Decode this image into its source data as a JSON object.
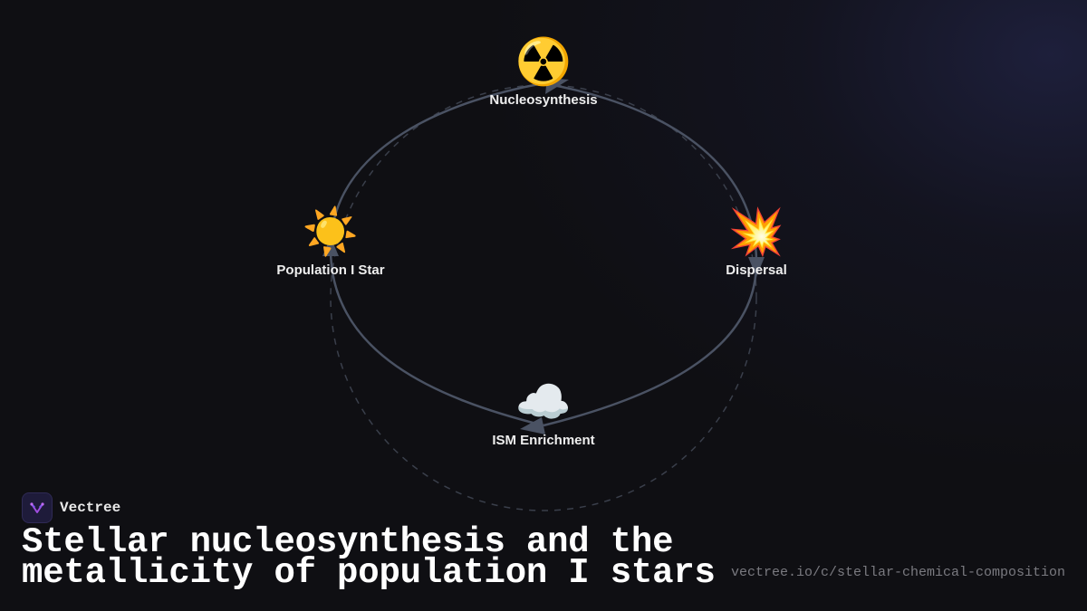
{
  "diagram": {
    "nodes": [
      {
        "id": "nucleosynthesis",
        "label": "Nucleosynthesis",
        "icon": "radioactive-icon",
        "glyph": "☢️"
      },
      {
        "id": "dispersal",
        "label": "Dispersal",
        "icon": "explosion-icon",
        "glyph": "💥"
      },
      {
        "id": "ism",
        "label": "ISM Enrichment",
        "icon": "cloud-icon",
        "glyph": "☁️"
      },
      {
        "id": "population",
        "label": "Population I Star",
        "icon": "sun-icon",
        "glyph": "☀️"
      }
    ],
    "cycle_direction": "clockwise",
    "colors": {
      "arrow": "#4a5263",
      "dashed_ring": "#3a3f4b",
      "background": "#0f0f13"
    }
  },
  "brand": {
    "name": "Vectree",
    "logo_icon": "vectree-logo-icon"
  },
  "title": "Stellar nucleosynthesis and the metallicity of population I stars",
  "url": "vectree.io/c/stellar-chemical-composition"
}
